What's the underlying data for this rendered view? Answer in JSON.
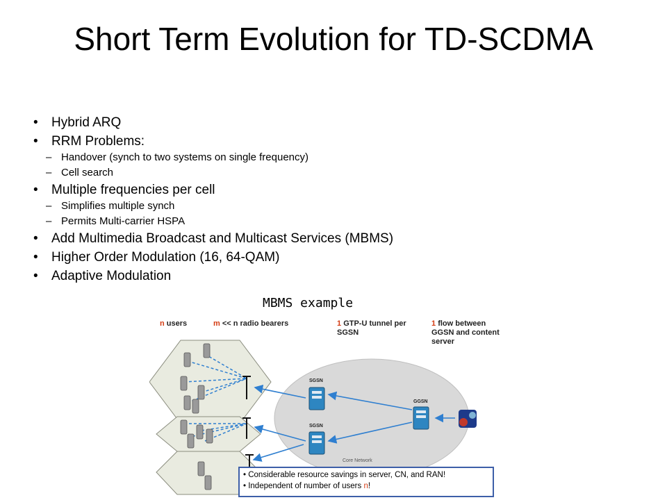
{
  "slide": {
    "title": "Short Term Evolution for TD-SCDMA",
    "caption": "MBMS example",
    "bullets": [
      {
        "text": "Hybrid ARQ",
        "subs": []
      },
      {
        "text": "RRM Problems:",
        "subs": [
          "Handover (synch to two systems on single frequency)",
          "Cell search"
        ]
      },
      {
        "text": "Multiple frequencies per cell",
        "subs": [
          "Simplifies multiple synch",
          "Permits Multi-carrier HSPA"
        ]
      },
      {
        "text": "Add Multimedia Broadcast and Multicast Services (MBMS)",
        "subs": []
      },
      {
        "text": "Higher Order Modulation (16, 64-QAM)",
        "subs": []
      },
      {
        "text": "Adaptive Modulation",
        "subs": []
      }
    ]
  },
  "diagram": {
    "label_users_n": "n",
    "label_users": "users",
    "label_bearers_m": "m",
    "label_bearers": "<< n radio bearers",
    "label_tunnel_1": "1",
    "label_tunnel": "GTP-U tunnel per SGSN",
    "label_flow_1": "1",
    "label_flow": "flow between GGSN and content server",
    "node_sgsn": "SGSN",
    "node_ggsn": "GGSN",
    "core_network": "Core  Network",
    "note_line1": "• Considerable resource savings in server, CN, and RAN!",
    "note_line2_prefix": "• Independent of number of users ",
    "note_line2_n": "n",
    "note_line2_suffix": "!",
    "colors": {
      "accent_red": "#d43c13",
      "arrow_blue": "#2f7fd0",
      "cell_fill": "#e9ebe0",
      "core_fill": "#d9d9d9"
    }
  }
}
